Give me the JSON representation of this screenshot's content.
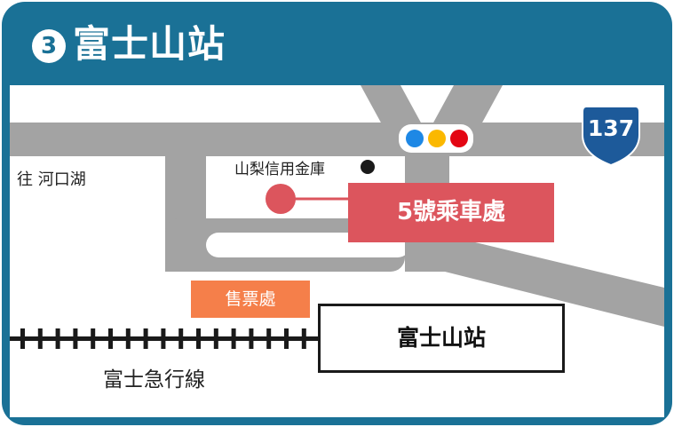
{
  "header": {
    "number": "3",
    "title": "富士山站"
  },
  "map": {
    "direction_label": "往 河口湖",
    "bank_label": "山梨信用金庫",
    "stop_label": "5號乘車處",
    "ticket_label": "售票處",
    "station_label": "富士山站",
    "railway_label": "富士急行線",
    "route_number": "137",
    "signal_colors": [
      "#1e88e5",
      "#fbb800",
      "#e30613"
    ],
    "colors": {
      "header": "#1a7196",
      "road": "#a3a3a3",
      "stop": "#dc555d",
      "ticket": "#f57f4a",
      "route_shield": "#1d5a9a"
    }
  }
}
